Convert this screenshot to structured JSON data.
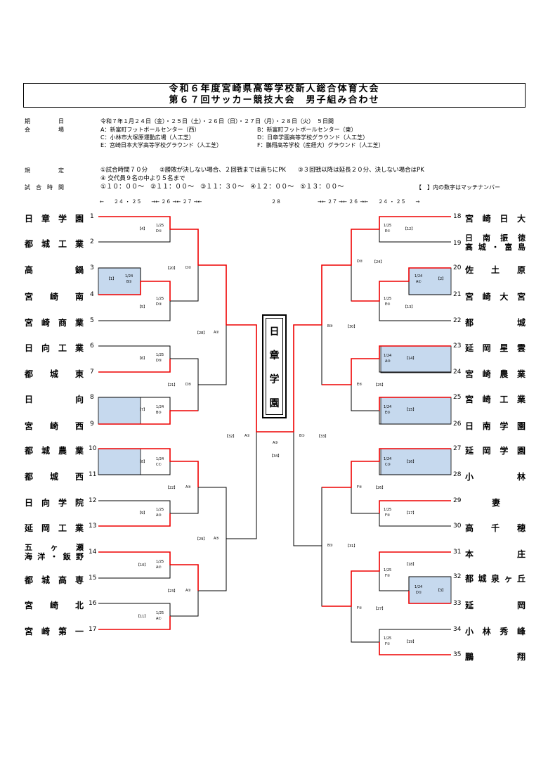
{
  "title": {
    "line1": "令和６年度宮崎県高等学校新人総合体育大会",
    "line2": "第６７回サッカー競技大会　男子組み合わせ"
  },
  "info": {
    "period_label": "期　　　　　日",
    "period_value": "令和７年１月２４日（金）・２５日（土）・２６日（日）・２７日（月）・２８日（火）　５日間",
    "venue_label": "会　　　　　場",
    "venues": [
      "A：新富町フットボールセンター（西）",
      "B：新富町フットボールセンター（東）",
      "C：小林市大塚原運動広場（人工芝）",
      "D：日章学園高等学校グラウンド（人工芝）",
      "E：宮崎日本大学高等学校グラウンド（人工芝）",
      "F：鵬翔高等学校（産経大）グラウンド（人工芝）"
    ],
    "rules_label": "規　　　　　定",
    "rules_line1": "①試合時間７０分　　②勝敗が決しない場合、２回戦までは直ちにPK　　③３回戦以降は延長２０分、決しない場合はPK",
    "rules_line2": "④ 交代員９名の中より５名まで",
    "times_label": "試　合　時　間",
    "times_value": "①１０：００～　②１１：００～　③１１：３０～　④１２：００～　⑤１３：００～",
    "match_note": "【　】内の数字はマッチナンバー",
    "date_row_left": "←　　２４ ・ ２５　　→← ２６ →← ２７ →←",
    "date_row_center": "２８",
    "date_row_right": "→← ２７ →← ２６ →←　　２４ ・ ２５　　→"
  },
  "champion": [
    "日",
    "章",
    "学",
    "園"
  ],
  "left_teams": [
    {
      "no": "1",
      "name": "日章学園"
    },
    {
      "no": "2",
      "name": "都城工業"
    },
    {
      "no": "3",
      "name": "高鍋"
    },
    {
      "no": "4",
      "name": "宮崎南"
    },
    {
      "no": "5",
      "name": "宮崎商業"
    },
    {
      "no": "6",
      "name": "日向工業"
    },
    {
      "no": "7",
      "name": "都城東"
    },
    {
      "no": "8",
      "name": "日向"
    },
    {
      "no": "9",
      "name": "宮崎西"
    },
    {
      "no": "10",
      "name": "都城農業"
    },
    {
      "no": "11",
      "name": "都城西"
    },
    {
      "no": "12",
      "name": "日向学院"
    },
    {
      "no": "13",
      "name": "延岡工業"
    },
    {
      "no": "14",
      "name": "五ヶ瀬",
      "name2": "海洋・飯野"
    },
    {
      "no": "15",
      "name": "都城高専"
    },
    {
      "no": "16",
      "name": "宮崎北"
    },
    {
      "no": "17",
      "name": "宮崎第一"
    }
  ],
  "right_teams": [
    {
      "no": "18",
      "name": "宮崎日大"
    },
    {
      "no": "19",
      "name": "日南振徳",
      "name2": "高城・富島"
    },
    {
      "no": "20",
      "name": "佐土原"
    },
    {
      "no": "21",
      "name": "宮崎大宮"
    },
    {
      "no": "22",
      "name": "都城"
    },
    {
      "no": "23",
      "name": "延岡星雲"
    },
    {
      "no": "24",
      "name": "宮崎農業"
    },
    {
      "no": "25",
      "name": "宮崎工業"
    },
    {
      "no": "26",
      "name": "日南学園"
    },
    {
      "no": "27",
      "name": "延岡学園"
    },
    {
      "no": "28",
      "name": "小林"
    },
    {
      "no": "29",
      "name": "妻"
    },
    {
      "no": "30",
      "name": "高千穂"
    },
    {
      "no": "31",
      "name": "本庄"
    },
    {
      "no": "32",
      "name": "都城泉ヶ丘"
    },
    {
      "no": "33",
      "name": "延岡"
    },
    {
      "no": "34",
      "name": "小林秀峰"
    },
    {
      "no": "35",
      "name": "鵬翔"
    }
  ],
  "match_labels": {
    "m1": [
      "【1】",
      "1/24",
      "B①"
    ],
    "m2": [
      "【2】",
      "1/24",
      "A①"
    ],
    "m3": [
      "【3】",
      "1/24",
      "D①"
    ],
    "m4": [
      "【4】",
      "1/25",
      "D①"
    ],
    "m5": [
      "【5】",
      "1/25",
      "D③"
    ],
    "m6": [
      "【6】",
      "1/25",
      "D⑤"
    ],
    "m7": [
      "【7】",
      "1/24",
      "B③"
    ],
    "m8": [
      "【8】",
      "1/24",
      "C①"
    ],
    "m9": [
      "【9】",
      "1/25",
      "A③"
    ],
    "m10": [
      "【10】",
      "1/25",
      "A②"
    ],
    "m11": [
      "【11】",
      "1/25",
      "A①"
    ],
    "m12": [
      "【12】",
      "1/25",
      "E①"
    ],
    "m13": [
      "【13】",
      "1/25",
      "E③"
    ],
    "m14": [
      "【14】",
      "1/24",
      "A③"
    ],
    "m15": [
      "【15】",
      "1/24",
      "E③"
    ],
    "m16": [
      "【16】",
      "1/24",
      "C③"
    ],
    "m17": [
      "【17】",
      "1/25",
      "F③"
    ],
    "m18": [
      "【18】",
      "1/25",
      "F③"
    ],
    "m19": [
      "【19】",
      "1/25",
      "F①"
    ],
    "m20": [
      "【20】",
      "D②"
    ],
    "m21": [
      "【21】",
      "D⑤"
    ],
    "m22": [
      "【22】",
      "A⑤"
    ],
    "m23": [
      "【23】",
      "A②"
    ],
    "m24": [
      "【24】",
      "D②"
    ],
    "m25": [
      "【25】",
      "E⑤"
    ],
    "m26": [
      "【26】",
      "F⑤"
    ],
    "m27": [
      "【27】",
      "F②"
    ],
    "m28": [
      "【28】",
      "A②"
    ],
    "m29": [
      "【29】",
      "A⑤"
    ],
    "m30": [
      "【30】",
      "B⑤"
    ],
    "m31": [
      "【31】",
      "B②"
    ],
    "m32": [
      "【32】",
      "A①"
    ],
    "m33": [
      "B①",
      "【33】"
    ],
    "m34": [
      "A⑤",
      "【34】"
    ]
  }
}
